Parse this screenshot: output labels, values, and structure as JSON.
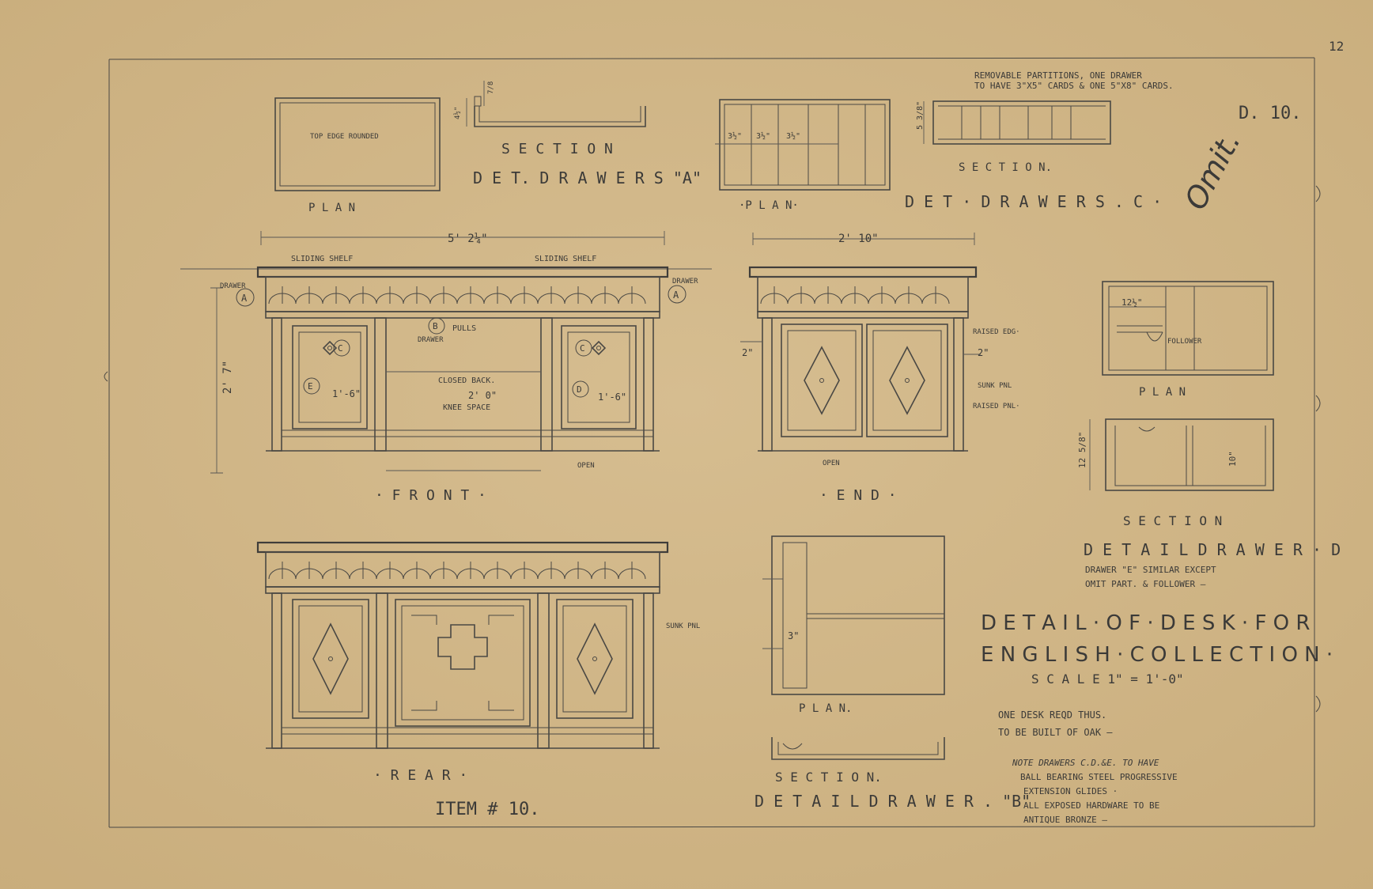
{
  "sheet": {
    "page_number": "12",
    "sheet_code": "D. 10.",
    "omit_note": "Omit."
  },
  "drawer_a": {
    "top_edge_note": "TOP EDGE ROUNDED",
    "plan_label": "P L A N",
    "section_label": "S E C T I O N",
    "title": "D E T.  D R A W E R S \"A\"",
    "dim_height": "4½\"",
    "dim_small": "7/8"
  },
  "drawer_c": {
    "note_line1": "REMOVABLE PARTITIONS, ONE DRAWER",
    "note_line2": "TO HAVE 3\"X5\" CARDS & ONE 5\"X8\" CARDS.",
    "plan_label": "·P L A N·",
    "section_label": "S E C T I O N.",
    "title": "D E T · D R A W E R S . C ·",
    "dim_bays": [
      "3½\"",
      "3½\"",
      "3½\""
    ],
    "dim_height": "5 3/8\""
  },
  "front": {
    "overall_width": "5' 2¼\"",
    "height": "2' 7\"",
    "sliding_shelf_left": "SLIDING SHELF",
    "sliding_shelf_right": "SLIDING SHELF",
    "drawer_left": "DRAWER",
    "drawer_right": "DRAWER",
    "marker_a": "A",
    "marker_b": "B",
    "pulls_note": "PULLS",
    "drawer_note": "DRAWER",
    "closed_back": "CLOSED BACK.",
    "knee_space_width": "2' 0\"",
    "knee_space": "KNEE SPACE",
    "marker_c": "C",
    "marker_d": "D",
    "marker_e": "E",
    "panel_width": "1'-6\"",
    "open_note": "OPEN",
    "label": "· F R O N T ·"
  },
  "end": {
    "width": "2' 10\"",
    "dim_left": "2\"",
    "dim_right": "2\"",
    "raised_edge": "RAISED EDG·",
    "sunk_pnl": "SUNK PNL",
    "raised_pnl": "RAISED PNL·",
    "open_note": "OPEN",
    "label": "· E N D ·"
  },
  "rear": {
    "sunk_pnl": "SUNK PNL",
    "label": "· R E A R ·",
    "item": "ITEM # 10."
  },
  "drawer_b": {
    "dim_side": "3\"",
    "plan_label": "P L A N.",
    "section_label": "S E C T I O N.",
    "title": "D E T A I L  D R A W E R . \"B\""
  },
  "drawer_d": {
    "dim_width": "12½\"",
    "follower": "FOLLOWER",
    "plan_label": "P L A N",
    "dim_height": "12 5/8\"",
    "dim_inner": "10\"",
    "section_label": "S E C T I O N",
    "title": "D E T A I L  D R A W E R · D",
    "note_line1": "DRAWER \"E\" SIMILAR EXCEPT",
    "note_line2": "OMIT PART. & FOLLOWER —"
  },
  "title_block": {
    "title_line1": "D E T A I L · O F · D E S K · F O R",
    "title_line2": "E N G L I S H · C O L L E C T I O N ·",
    "scale": "S C A L E  1\" = 1'-0\"",
    "req_line1": "ONE DESK REQD THUS.",
    "req_line2": "TO BE BUILT OF OAK —",
    "note_line1": "NOTE DRAWERS C.D.&E. TO HAVE",
    "note_line2": "BALL BEARING STEEL PROGRESSIVE",
    "note_line3": "EXTENSION GLIDES ·",
    "note_line4": "ALL EXPOSED HARDWARE TO BE",
    "note_line5": "ANTIQUE BRONZE —"
  },
  "colors": {
    "paper": "#d2b88a",
    "pencil": "#3b3a38"
  }
}
